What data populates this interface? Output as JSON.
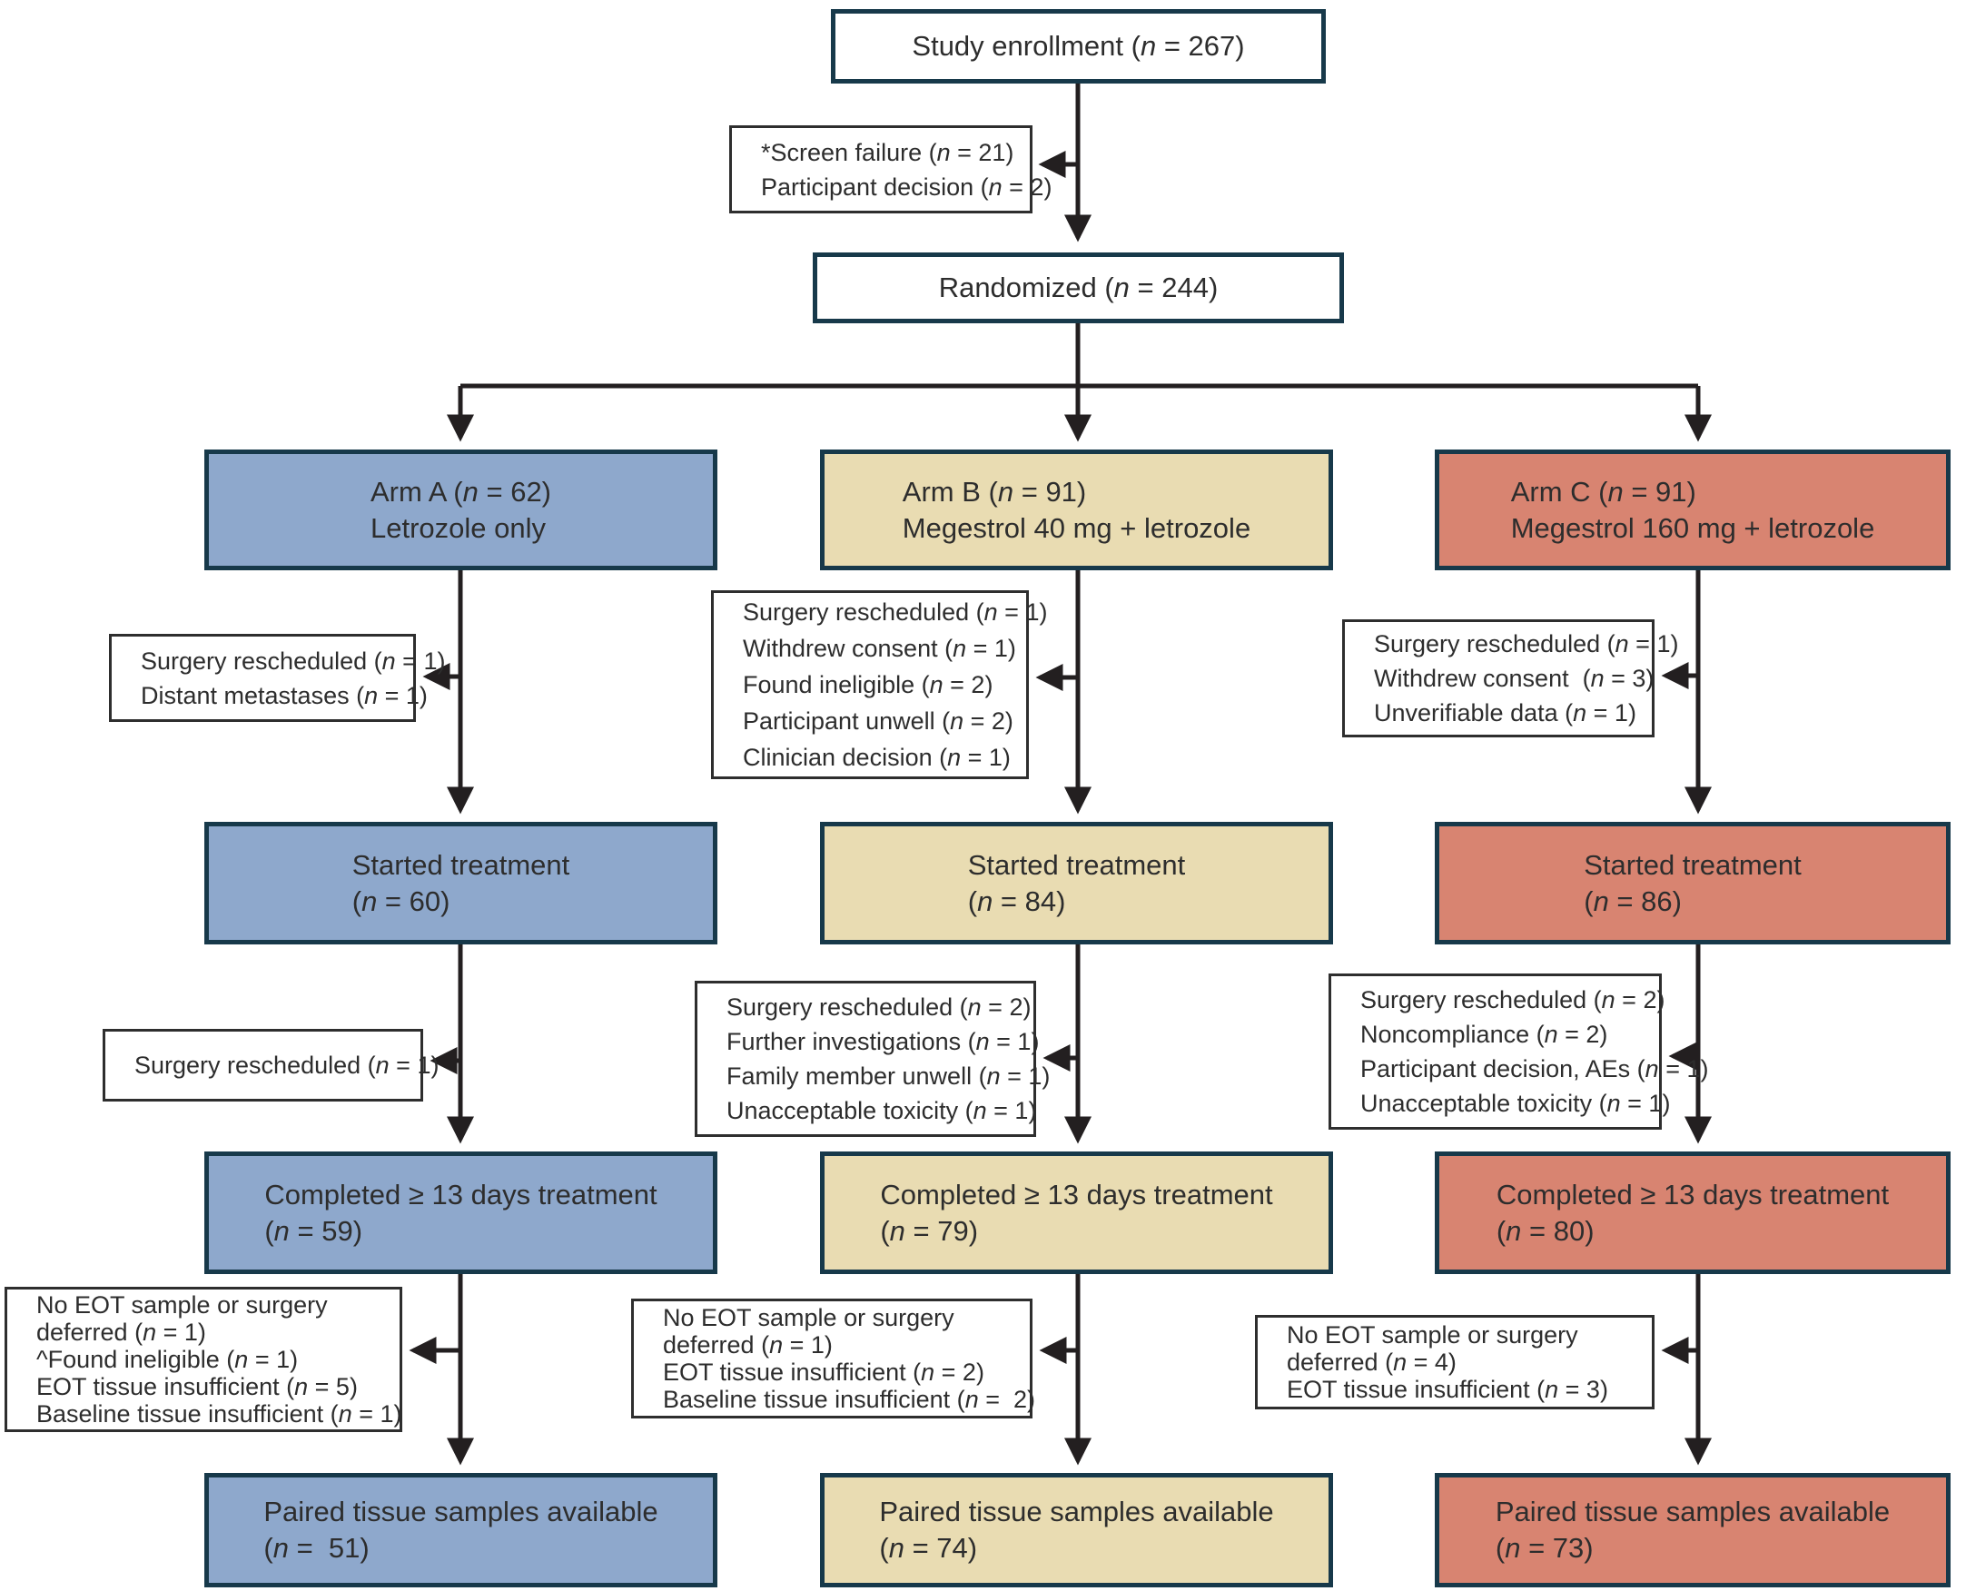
{
  "figure": {
    "type": "consort-flow-diagram",
    "colors": {
      "main_border": "#17394a",
      "side_border": "#2e2e2e",
      "arm_a_fill": "#8ea8cc",
      "arm_b_fill": "#e9dcb2",
      "arm_c_fill": "#d88471",
      "plain_fill": "#ffffff",
      "connector": "#231f20",
      "text": "#2d2d2d"
    },
    "nodes": [
      {
        "id": "enrollment",
        "kind": "main",
        "fill": "white",
        "center": true,
        "lines": [
          "Study enrollment (n = 267)"
        ]
      },
      {
        "id": "screen-failure",
        "kind": "side",
        "lines": [
          "*Screen failure (n = 21)",
          "Participant decision (n = 2)"
        ]
      },
      {
        "id": "randomized",
        "kind": "main",
        "fill": "white",
        "center": true,
        "lines": [
          "Randomized (n = 244)"
        ]
      },
      {
        "id": "arm-a",
        "kind": "main",
        "fill": "blue",
        "lines": [
          "Arm A (n = 62)",
          "Letrozole only"
        ]
      },
      {
        "id": "arm-b",
        "kind": "main",
        "fill": "tan",
        "lines": [
          "Arm B (n = 91)",
          "Megestrol 40 mg + letrozole"
        ]
      },
      {
        "id": "arm-c",
        "kind": "main",
        "fill": "salmon",
        "lines": [
          "Arm C (n = 91)",
          "Megestrol 160 mg + letrozole"
        ]
      },
      {
        "id": "excl-a-1",
        "kind": "side",
        "lines": [
          "Surgery rescheduled (n = 1)",
          "Distant metastases (n = 1)"
        ]
      },
      {
        "id": "excl-b-1",
        "kind": "side",
        "lines": [
          "Surgery rescheduled (n = 1)",
          "Withdrew consent (n = 1)",
          "Found ineligible (n = 2)",
          "Participant unwell (n = 2)",
          "Clinician decision (n = 1)"
        ]
      },
      {
        "id": "excl-c-1",
        "kind": "side",
        "lines": [
          "Surgery rescheduled (n = 1)",
          "Withdrew consent  (n = 3)",
          "Unverifiable data (n = 1)"
        ]
      },
      {
        "id": "started-a",
        "kind": "main",
        "fill": "blue",
        "lines": [
          "Started treatment",
          "(n = 60)"
        ]
      },
      {
        "id": "started-b",
        "kind": "main",
        "fill": "tan",
        "lines": [
          "Started treatment",
          "(n = 84)"
        ]
      },
      {
        "id": "started-c",
        "kind": "main",
        "fill": "salmon",
        "lines": [
          "Started treatment",
          "(n = 86)"
        ]
      },
      {
        "id": "excl-a-2",
        "kind": "side",
        "lines": [
          "Surgery rescheduled (n = 1)"
        ]
      },
      {
        "id": "excl-b-2",
        "kind": "side",
        "lines": [
          "Surgery rescheduled (n = 2)",
          "Further investigations (n = 1)",
          "Family member unwell (n = 1)",
          "Unacceptable toxicity (n = 1)"
        ]
      },
      {
        "id": "excl-c-2",
        "kind": "side",
        "lines": [
          "Surgery rescheduled (n = 2)",
          "Noncompliance (n = 2)",
          "Participant decision, AEs (n = 1)",
          "Unacceptable toxicity (n = 1)"
        ]
      },
      {
        "id": "completed-a",
        "kind": "main",
        "fill": "blue",
        "lines": [
          "Completed ≥ 13 days treatment",
          "(n = 59)"
        ]
      },
      {
        "id": "completed-b",
        "kind": "main",
        "fill": "tan",
        "lines": [
          "Completed ≥ 13 days treatment",
          "(n = 79)"
        ]
      },
      {
        "id": "completed-c",
        "kind": "main",
        "fill": "salmon",
        "lines": [
          "Completed ≥ 13 days treatment",
          "(n = 80)"
        ]
      },
      {
        "id": "excl-a-3",
        "kind": "side",
        "lines": [
          "No EOT sample or surgery",
          "deferred (n = 1)",
          "^Found ineligible (n = 1)",
          "EOT tissue insufficient (n = 5)",
          "Baseline tissue insufficient (n = 1)"
        ]
      },
      {
        "id": "excl-b-3",
        "kind": "side",
        "lines": [
          "No EOT sample or surgery",
          "deferred (n = 1)",
          "EOT tissue insufficient (n = 2)",
          "Baseline tissue insufficient (n =  2)"
        ]
      },
      {
        "id": "excl-c-3",
        "kind": "side",
        "lines": [
          "No EOT sample or surgery",
          "deferred (n = 4)",
          "EOT tissue insufficient (n = 3)"
        ]
      },
      {
        "id": "paired-a",
        "kind": "main",
        "fill": "blue",
        "lines": [
          "Paired tissue samples available",
          "(n =  51)"
        ]
      },
      {
        "id": "paired-b",
        "kind": "main",
        "fill": "tan",
        "lines": [
          "Paired tissue samples available",
          "(n = 74)"
        ]
      },
      {
        "id": "paired-c",
        "kind": "main",
        "fill": "salmon",
        "lines": [
          "Paired tissue samples available",
          "(n = 73)"
        ]
      }
    ]
  }
}
